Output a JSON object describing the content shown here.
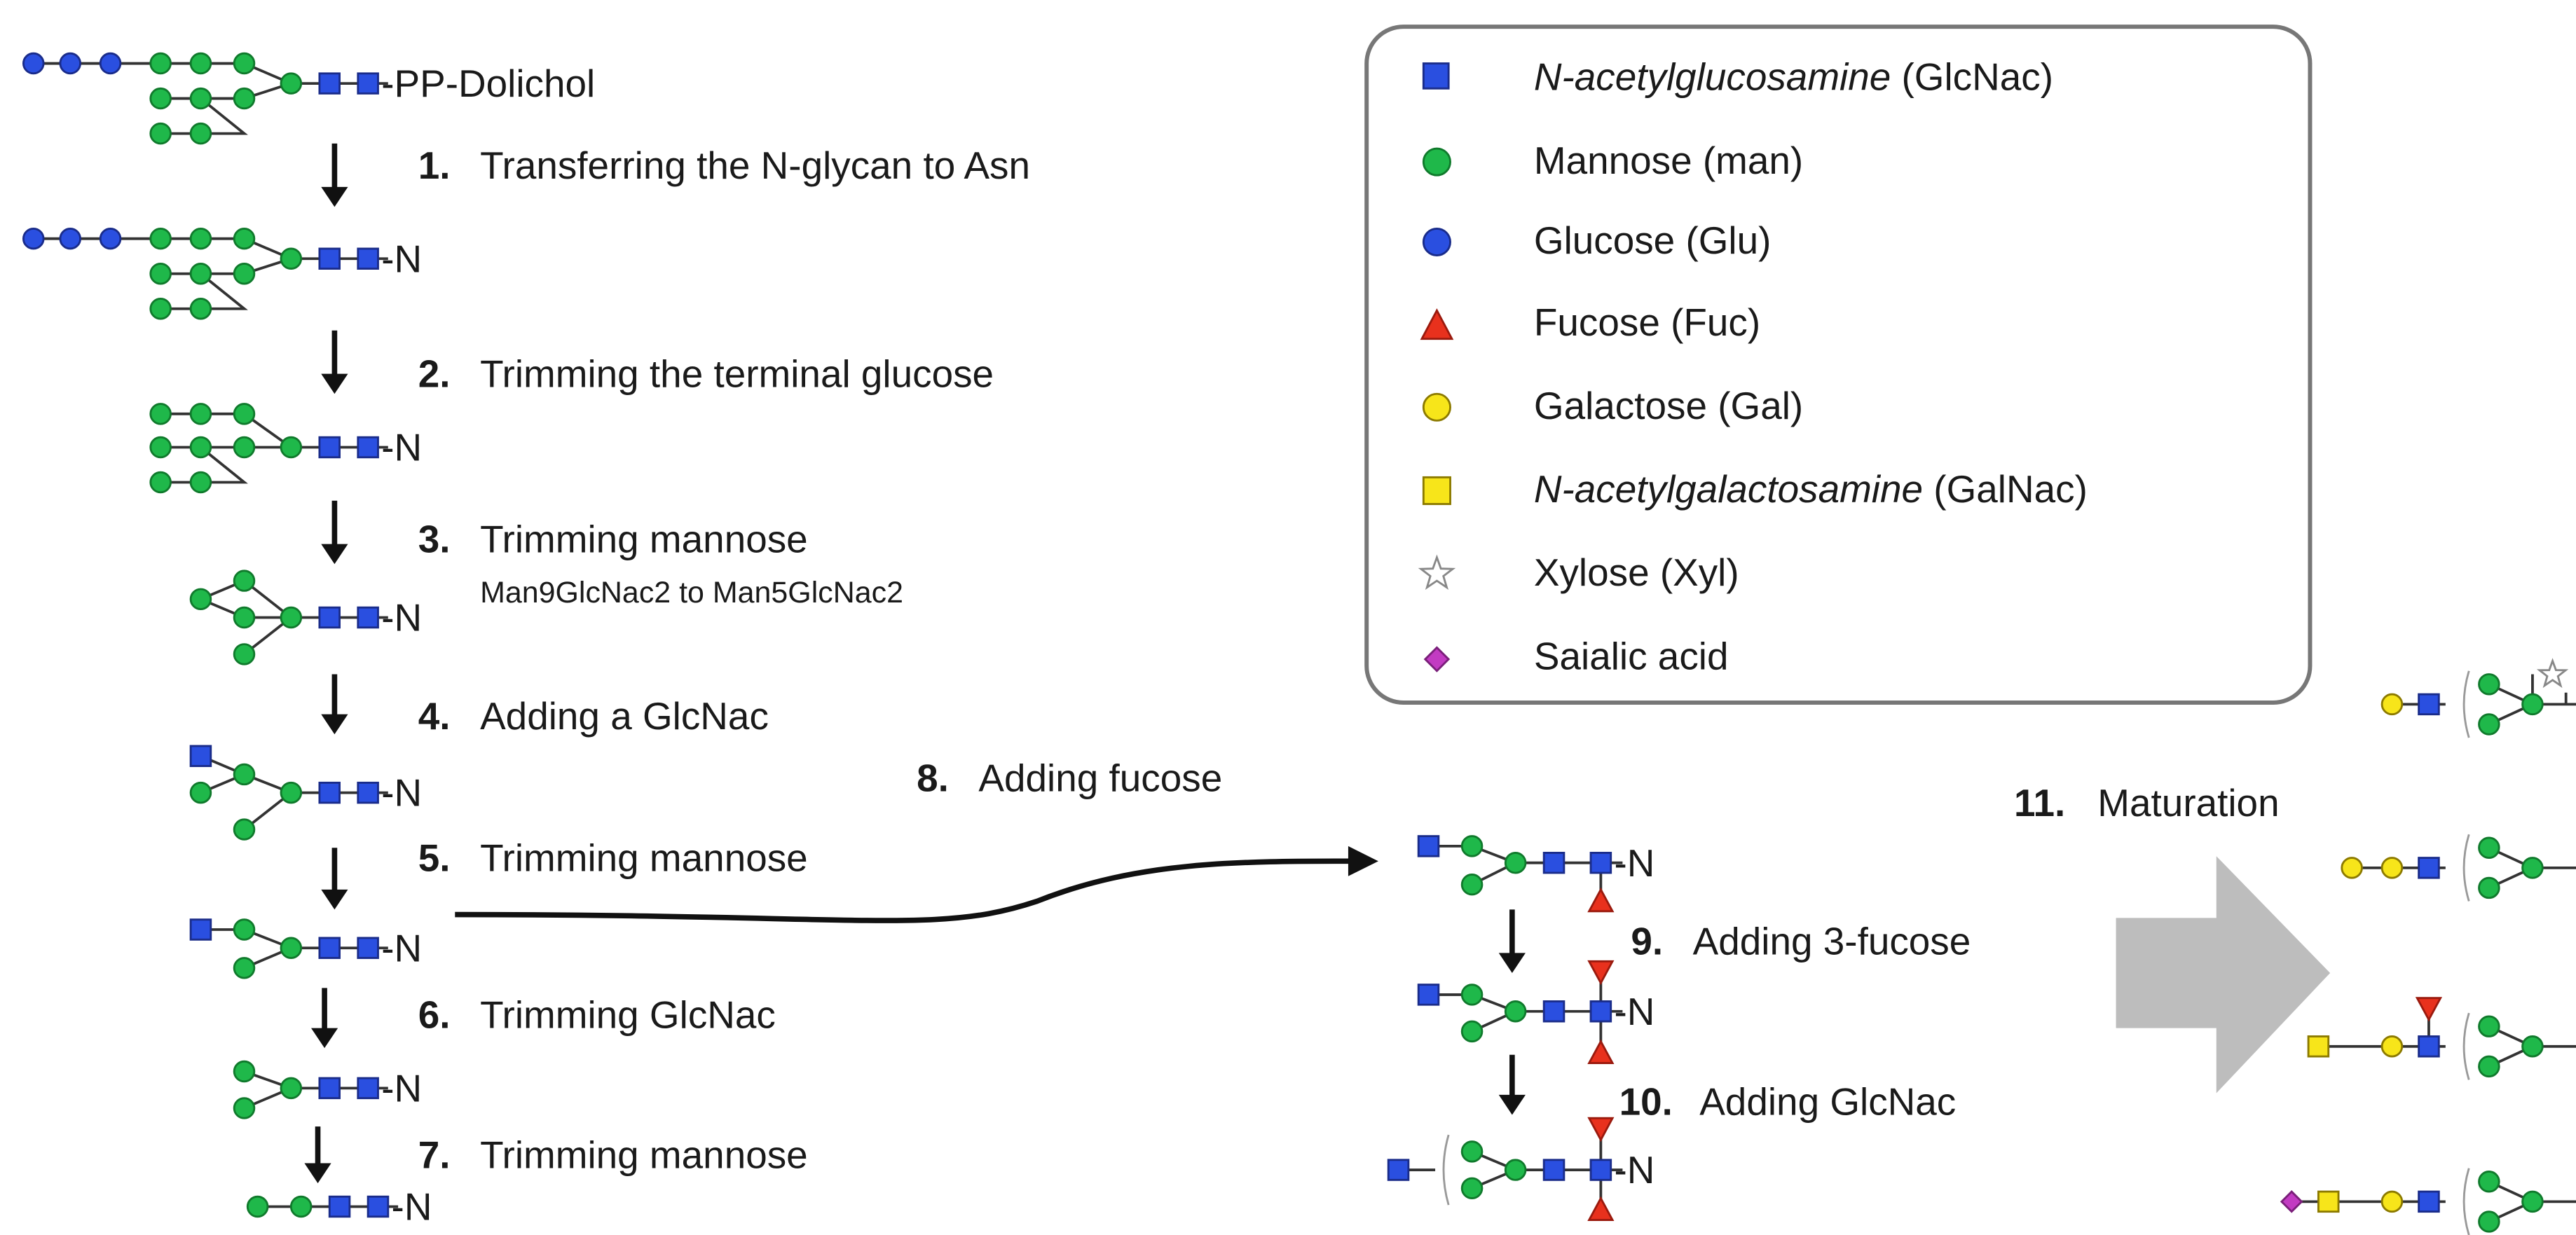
{
  "steps": [
    {
      "num": "1.",
      "text": "Transferring the N-glycan to Asn"
    },
    {
      "num": "2.",
      "text": "Trimming the terminal glucose"
    },
    {
      "num": "3.",
      "text": "Trimming mannose",
      "sub": "Man9GlcNac2 to Man5GlcNac2"
    },
    {
      "num": "4.",
      "text": "Adding a GlcNac"
    },
    {
      "num": "5.",
      "text": "Trimming mannose"
    },
    {
      "num": "6.",
      "text": "Trimming GlcNac"
    },
    {
      "num": "7.",
      "text": "Trimming mannose"
    },
    {
      "num": "8.",
      "text": "Adding fucose"
    },
    {
      "num": "9.",
      "text": "Adding 3-fucose"
    },
    {
      "num": "10.",
      "text": "Adding GlcNac"
    },
    {
      "num": "11.",
      "text": "Maturation"
    }
  ],
  "anchors": {
    "dolichol": "-PP-Dolichol",
    "asn": "-N"
  },
  "legend": {
    "items": [
      {
        "icon": "blue-square-icon",
        "italic": "N-acetylglucosamine",
        "text": " (GlcNac)",
        "color": "#2a4fe0"
      },
      {
        "icon": "green-circle-icon",
        "italic": "",
        "text": "Mannose (man)",
        "color": "#1fb84a"
      },
      {
        "icon": "blue-circle-icon",
        "italic": "",
        "text": "Glucose (Glu)",
        "color": "#2a4fe0"
      },
      {
        "icon": "red-triangle-icon",
        "italic": "",
        "text": "Fucose (Fuc)",
        "color": "#e8311d"
      },
      {
        "icon": "yellow-circle-icon",
        "italic": "",
        "text": "Galactose (Gal)",
        "color": "#f7e51a"
      },
      {
        "icon": "yellow-square-icon",
        "italic": "N-acetylgalactosamine",
        "text": " (GalNac)",
        "color": "#f7e51a"
      },
      {
        "icon": "star-icon",
        "italic": "",
        "text": "Xylose (Xyl)",
        "color": "#ffffff"
      },
      {
        "icon": "magenta-diamond-icon",
        "italic": "",
        "text": "Saialic acid",
        "color": "#c23bc2"
      }
    ]
  }
}
